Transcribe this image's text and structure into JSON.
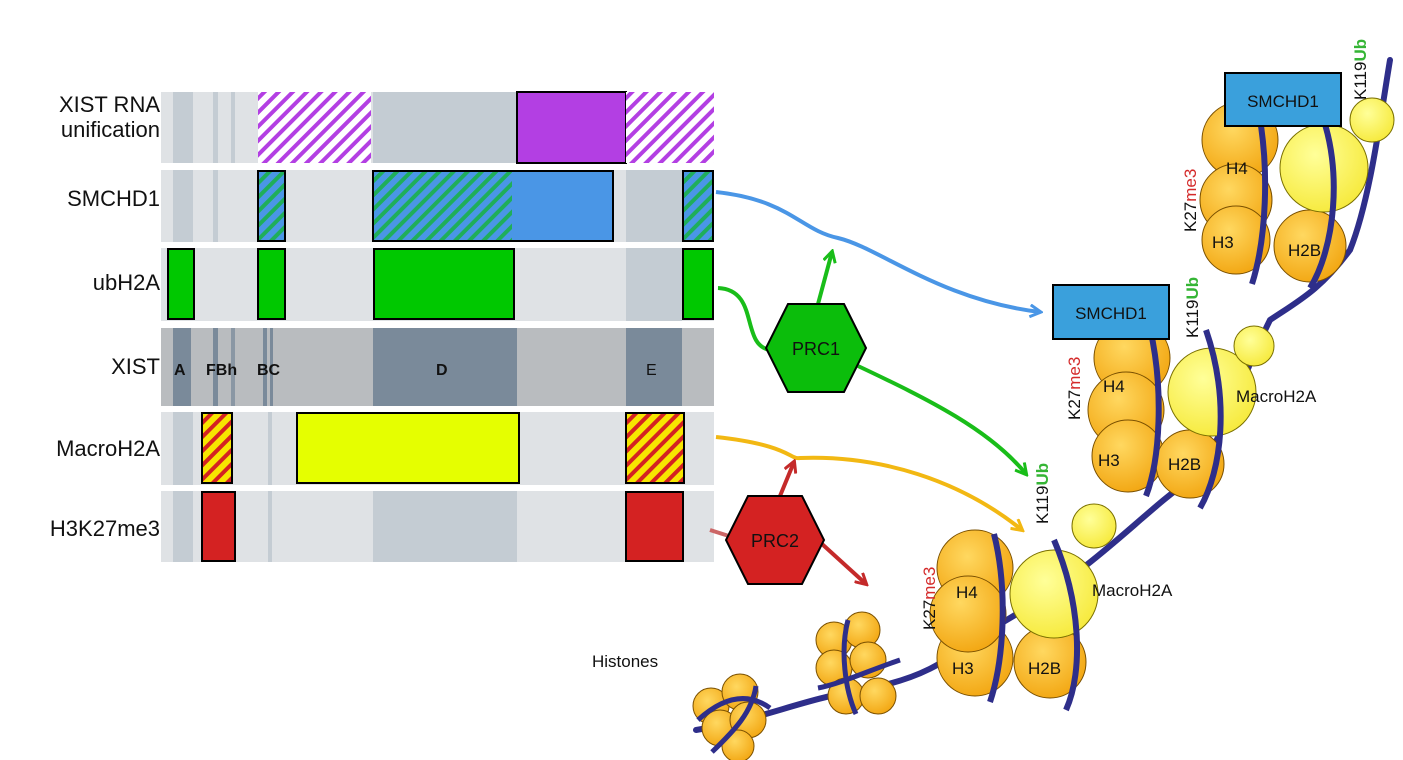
{
  "rows": {
    "xist_rna_unification": "XIST RNA\nunification",
    "smchd1": "SMCHD1",
    "ubh2a": "ubH2A",
    "xist": "XIST",
    "macroh2a": "MacroH2A",
    "h3k27me3": "H3K27me3"
  },
  "xist_regions": {
    "a": "A",
    "fbh": "FBh",
    "bc": "BC",
    "d": "D",
    "e": "E"
  },
  "complexes": {
    "prc1": "PRC1",
    "prc2": "PRC2"
  },
  "labels": {
    "histones": "Histones",
    "smchd1_box": "SMCHD1",
    "macroh2a": "MacroH2A",
    "h4": "H4",
    "h3": "H3",
    "h2b": "H2B",
    "k27": "K27",
    "me3": "me3",
    "k119": "K119",
    "ub": "Ub"
  },
  "colors": {
    "xist_rna": "#b33fe3",
    "smchd1": "#4a96e6",
    "ubh2a": "#00c800",
    "macroh2a": "#e5ff00",
    "h3k27me3": "#d42222",
    "xist_dark": "#7a8a9a",
    "dna": "#2e2e8a",
    "histone_orange": "#f5b31c",
    "histone_yellow": "#f9f25a",
    "ub_green": "#35b535",
    "me3_red": "#d42a2a"
  }
}
